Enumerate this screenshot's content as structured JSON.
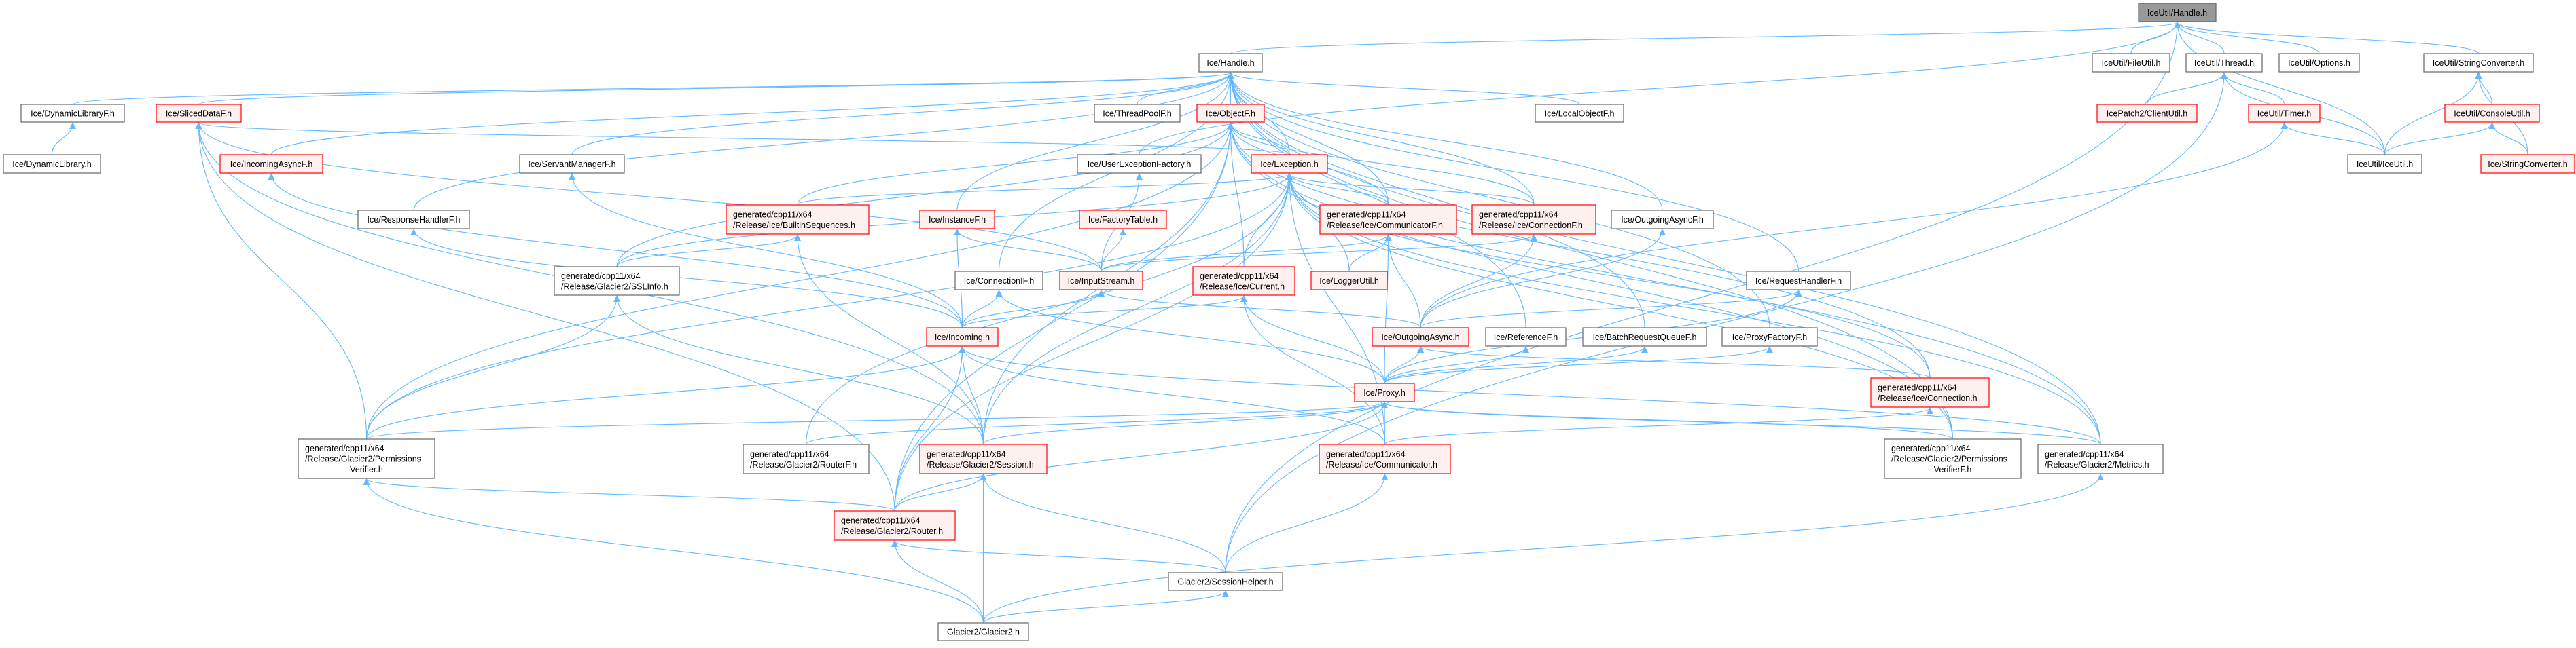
{
  "title": "IceUtil/Handle.h",
  "colors": {
    "edge": "#63b8ff",
    "red_border": "#ff0000",
    "red_fill": "#fff0f0",
    "normal_border": "#666666",
    "normal_fill": "#ffffff",
    "root_fill": "#999999"
  },
  "nodes": [
    {
      "id": "iuhandle",
      "label": [
        "IceUtil/Handle.h"
      ],
      "style": "root"
    },
    {
      "id": "ihandle",
      "label": [
        "Ice/Handle.h"
      ],
      "style": "normal"
    },
    {
      "id": "fileutil",
      "label": [
        "IceUtil/FileUtil.h"
      ],
      "style": "normal"
    },
    {
      "id": "thread",
      "label": [
        "IceUtil/Thread.h"
      ],
      "style": "normal"
    },
    {
      "id": "options",
      "label": [
        "IceUtil/Options.h"
      ],
      "style": "normal"
    },
    {
      "id": "strconv",
      "label": [
        "IceUtil/StringConverter.h"
      ],
      "style": "normal"
    },
    {
      "id": "clientutil",
      "label": [
        "IcePatch2/ClientUtil.h"
      ],
      "style": "red"
    },
    {
      "id": "timer",
      "label": [
        "IceUtil/Timer.h"
      ],
      "style": "red"
    },
    {
      "id": "consoleutil",
      "label": [
        "IceUtil/ConsoleUtil.h"
      ],
      "style": "red"
    },
    {
      "id": "iceutil",
      "label": [
        "IceUtil/IceUtil.h"
      ],
      "style": "normal"
    },
    {
      "id": "icestrconv",
      "label": [
        "Ice/StringConverter.h"
      ],
      "style": "red"
    },
    {
      "id": "dynlibf",
      "label": [
        "Ice/DynamicLibraryF.h"
      ],
      "style": "normal"
    },
    {
      "id": "dynlib",
      "label": [
        "Ice/DynamicLibrary.h"
      ],
      "style": "normal"
    },
    {
      "id": "sliced",
      "label": [
        "Ice/SlicedDataF.h"
      ],
      "style": "red"
    },
    {
      "id": "incasyncf",
      "label": [
        "Ice/IncomingAsyncF.h"
      ],
      "style": "red"
    },
    {
      "id": "servantmgrf",
      "label": [
        "Ice/ServantManagerF.h"
      ],
      "style": "normal"
    },
    {
      "id": "resphandlerf",
      "label": [
        "Ice/ResponseHandlerF.h"
      ],
      "style": "normal"
    },
    {
      "id": "threadpoolf",
      "label": [
        "Ice/ThreadPoolF.h"
      ],
      "style": "normal"
    },
    {
      "id": "objectf",
      "label": [
        "Ice/ObjectF.h"
      ],
      "style": "red"
    },
    {
      "id": "localobjectf",
      "label": [
        "Ice/LocalObjectF.h"
      ],
      "style": "normal"
    },
    {
      "id": "uef",
      "label": [
        "Ice/UserExceptionFactory.h"
      ],
      "style": "normal"
    },
    {
      "id": "exception",
      "label": [
        "Ice/Exception.h"
      ],
      "style": "red"
    },
    {
      "id": "builtinseq",
      "label": [
        "generated/cpp11/x64",
        "/Release/Ice/BuiltinSequences.h"
      ],
      "style": "red"
    },
    {
      "id": "instancef",
      "label": [
        "Ice/InstanceF.h"
      ],
      "style": "red"
    },
    {
      "id": "factorytable",
      "label": [
        "Ice/FactoryTable.h"
      ],
      "style": "red"
    },
    {
      "id": "communicatorf",
      "label": [
        "generated/cpp11/x64",
        "/Release/Ice/CommunicatorF.h"
      ],
      "style": "red"
    },
    {
      "id": "connectionf",
      "label": [
        "generated/cpp11/x64",
        "/Release/Ice/ConnectionF.h"
      ],
      "style": "red"
    },
    {
      "id": "outgoingasyncf",
      "label": [
        "Ice/OutgoingAsyncF.h"
      ],
      "style": "normal"
    },
    {
      "id": "sslinfo",
      "label": [
        "generated/cpp11/x64",
        "/Release/Glacier2/SSLInfo.h"
      ],
      "style": "normal"
    },
    {
      "id": "connectionif",
      "label": [
        "Ice/ConnectionIF.h"
      ],
      "style": "normal"
    },
    {
      "id": "inputstream",
      "label": [
        "Ice/InputStream.h"
      ],
      "style": "red"
    },
    {
      "id": "current",
      "label": [
        "generated/cpp11/x64",
        "/Release/Ice/Current.h"
      ],
      "style": "red"
    },
    {
      "id": "loggerutil",
      "label": [
        "Ice/LoggerUtil.h"
      ],
      "style": "red"
    },
    {
      "id": "requesthandlerf",
      "label": [
        "Ice/RequestHandlerF.h"
      ],
      "style": "normal"
    },
    {
      "id": "incoming",
      "label": [
        "Ice/Incoming.h"
      ],
      "style": "red"
    },
    {
      "id": "outgoingasync",
      "label": [
        "Ice/OutgoingAsync.h"
      ],
      "style": "red"
    },
    {
      "id": "referencef",
      "label": [
        "Ice/ReferenceF.h"
      ],
      "style": "normal"
    },
    {
      "id": "batchrqf",
      "label": [
        "Ice/BatchRequestQueueF.h"
      ],
      "style": "normal"
    },
    {
      "id": "proxyfactoryf",
      "label": [
        "Ice/ProxyFactoryF.h"
      ],
      "style": "normal"
    },
    {
      "id": "proxy",
      "label": [
        "Ice/Proxy.h"
      ],
      "style": "red"
    },
    {
      "id": "connection",
      "label": [
        "generated/cpp11/x64",
        "/Release/Ice/Connection.h"
      ],
      "style": "red"
    },
    {
      "id": "permverifier",
      "label": [
        "generated/cpp11/x64",
        "/Release/Glacier2/Permissions",
        "Verifier.h"
      ],
      "style": "normal"
    },
    {
      "id": "routerf",
      "label": [
        "generated/cpp11/x64",
        "/Release/Glacier2/RouterF.h"
      ],
      "style": "normal"
    },
    {
      "id": "session",
      "label": [
        "generated/cpp11/x64",
        "/Release/Glacier2/Session.h"
      ],
      "style": "red"
    },
    {
      "id": "communicator",
      "label": [
        "generated/cpp11/x64",
        "/Release/Ice/Communicator.h"
      ],
      "style": "red"
    },
    {
      "id": "permverifierf",
      "label": [
        "generated/cpp11/x64",
        "/Release/Glacier2/Permissions",
        "VerifierF.h"
      ],
      "style": "normal"
    },
    {
      "id": "metrics",
      "label": [
        "generated/cpp11/x64",
        "/Release/Glacier2/Metrics.h"
      ],
      "style": "normal"
    },
    {
      "id": "router",
      "label": [
        "generated/cpp11/x64",
        "/Release/Glacier2/Router.h"
      ],
      "style": "red"
    },
    {
      "id": "sessionhelper",
      "label": [
        "Glacier2/SessionHelper.h"
      ],
      "style": "normal"
    },
    {
      "id": "glacier2",
      "label": [
        "Glacier2/Glacier2.h"
      ],
      "style": "normal"
    }
  ],
  "edges": [
    [
      "ihandle",
      "iuhandle"
    ],
    [
      "fileutil",
      "iuhandle"
    ],
    [
      "thread",
      "iuhandle"
    ],
    [
      "options",
      "iuhandle"
    ],
    [
      "strconv",
      "iuhandle"
    ],
    [
      "iceutil",
      "iuhandle"
    ],
    [
      "uef",
      "iuhandle"
    ],
    [
      "sessionhelper",
      "iuhandle"
    ],
    [
      "clientutil",
      "thread"
    ],
    [
      "timer",
      "thread"
    ],
    [
      "iceutil",
      "thread"
    ],
    [
      "sessionhelper",
      "thread"
    ],
    [
      "iceutil",
      "timer"
    ],
    [
      "outgoingasync",
      "timer"
    ],
    [
      "iceutil",
      "strconv"
    ],
    [
      "consoleutil",
      "strconv"
    ],
    [
      "icestrconv",
      "strconv"
    ],
    [
      "iceutil",
      "consoleutil"
    ],
    [
      "icestrconv",
      "consoleutil"
    ],
    [
      "dynlibf",
      "ihandle"
    ],
    [
      "sliced",
      "ihandle"
    ],
    [
      "incasyncf",
      "ihandle"
    ],
    [
      "servantmgrf",
      "ihandle"
    ],
    [
      "resphandlerf",
      "ihandle"
    ],
    [
      "threadpoolf",
      "ihandle"
    ],
    [
      "objectf",
      "ihandle"
    ],
    [
      "instancef",
      "ihandle"
    ],
    [
      "connectionif",
      "ihandle"
    ],
    [
      "localobjectf",
      "ihandle"
    ],
    [
      "outgoingasyncf",
      "ihandle"
    ],
    [
      "referencef",
      "ihandle"
    ],
    [
      "batchrqf",
      "ihandle"
    ],
    [
      "proxyfactoryf",
      "ihandle"
    ],
    [
      "requesthandlerf",
      "ihandle"
    ],
    [
      "exception",
      "ihandle"
    ],
    [
      "communicatorf",
      "ihandle"
    ],
    [
      "connectionf",
      "ihandle"
    ],
    [
      "metrics",
      "ihandle"
    ],
    [
      "permverifierf",
      "ihandle"
    ],
    [
      "dynlib",
      "dynlibf"
    ],
    [
      "exception",
      "sliced"
    ],
    [
      "permverifier",
      "sliced"
    ],
    [
      "router",
      "sliced"
    ],
    [
      "session",
      "sliced"
    ],
    [
      "inputstream",
      "sliced"
    ],
    [
      "exception",
      "objectf"
    ],
    [
      "current",
      "objectf"
    ],
    [
      "builtinseq",
      "objectf"
    ],
    [
      "sslinfo",
      "objectf"
    ],
    [
      "permverifier",
      "objectf"
    ],
    [
      "router",
      "objectf"
    ],
    [
      "session",
      "objectf"
    ],
    [
      "communicatorf",
      "objectf"
    ],
    [
      "connectionf",
      "objectf"
    ],
    [
      "connection",
      "objectf"
    ],
    [
      "permverifierf",
      "objectf"
    ],
    [
      "metrics",
      "objectf"
    ],
    [
      "builtinseq",
      "exception"
    ],
    [
      "current",
      "exception"
    ],
    [
      "communicatorf",
      "exception"
    ],
    [
      "connectionf",
      "exception"
    ],
    [
      "loggerutil",
      "exception"
    ],
    [
      "connection",
      "exception"
    ],
    [
      "session",
      "exception"
    ],
    [
      "router",
      "exception"
    ],
    [
      "routerf",
      "exception"
    ],
    [
      "sslinfo",
      "exception"
    ],
    [
      "permverifier",
      "exception"
    ],
    [
      "communicator",
      "exception"
    ],
    [
      "metrics",
      "exception"
    ],
    [
      "permverifierf",
      "exception"
    ],
    [
      "incoming",
      "incasyncf"
    ],
    [
      "incoming",
      "servantmgrf"
    ],
    [
      "incoming",
      "resphandlerf"
    ],
    [
      "permverifier",
      "sslinfo"
    ],
    [
      "session",
      "sslinfo"
    ],
    [
      "sslinfo",
      "builtinseq"
    ],
    [
      "session",
      "builtinseq"
    ],
    [
      "inputstream",
      "uef"
    ],
    [
      "inputstream",
      "factorytable"
    ],
    [
      "incoming",
      "instancef"
    ],
    [
      "inputstream",
      "instancef"
    ],
    [
      "incoming",
      "connectionif"
    ],
    [
      "proxy",
      "connectionif"
    ],
    [
      "incoming",
      "inputstream"
    ],
    [
      "outgoingasync",
      "inputstream"
    ],
    [
      "incoming",
      "current"
    ],
    [
      "proxy",
      "current"
    ],
    [
      "communicator",
      "current"
    ],
    [
      "loggerutil",
      "communicatorf"
    ],
    [
      "outgoingasync",
      "communicatorf"
    ],
    [
      "proxy",
      "communicatorf"
    ],
    [
      "inputstream",
      "communicatorf"
    ],
    [
      "outgoingasync",
      "connectionf"
    ],
    [
      "inputstream",
      "connectionf"
    ],
    [
      "outgoingasync",
      "outgoingasyncf"
    ],
    [
      "outgoingasync",
      "requesthandlerf"
    ],
    [
      "proxy",
      "requesthandlerf"
    ],
    [
      "proxy",
      "outgoingasync"
    ],
    [
      "connection",
      "outgoingasync"
    ],
    [
      "proxy",
      "referencef"
    ],
    [
      "proxy",
      "batchrqf"
    ],
    [
      "proxy",
      "proxyfactoryf"
    ],
    [
      "permverifier",
      "incoming"
    ],
    [
      "session",
      "incoming"
    ],
    [
      "router",
      "incoming"
    ],
    [
      "communicator",
      "incoming"
    ],
    [
      "metrics",
      "incoming"
    ],
    [
      "permverifier",
      "proxy"
    ],
    [
      "routerf",
      "proxy"
    ],
    [
      "session",
      "proxy"
    ],
    [
      "router",
      "proxy"
    ],
    [
      "communicator",
      "proxy"
    ],
    [
      "permverifierf",
      "proxy"
    ],
    [
      "metrics",
      "proxy"
    ],
    [
      "communicator",
      "connection"
    ],
    [
      "sessionhelper",
      "communicator"
    ],
    [
      "router",
      "session"
    ],
    [
      "sessionhelper",
      "session"
    ],
    [
      "glacier2",
      "session"
    ],
    [
      "glacier2",
      "router"
    ],
    [
      "sessionhelper",
      "router"
    ],
    [
      "glacier2",
      "sessionhelper"
    ],
    [
      "router",
      "permverifier"
    ],
    [
      "glacier2",
      "permverifier"
    ],
    [
      "glacier2",
      "metrics"
    ]
  ]
}
